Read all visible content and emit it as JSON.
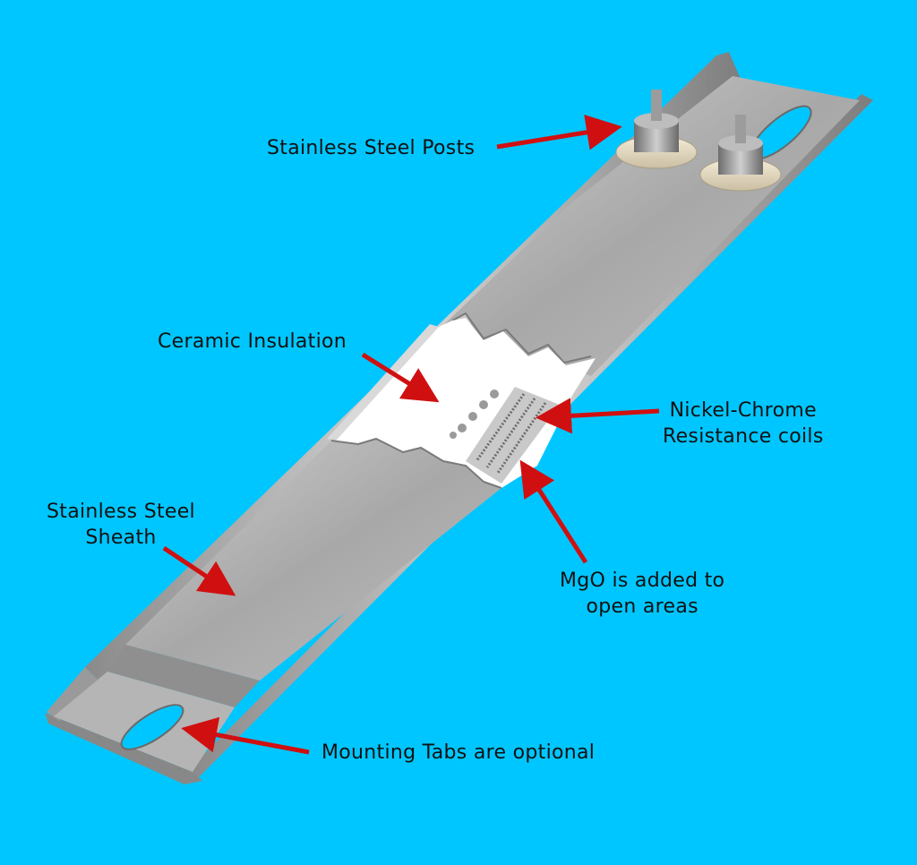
{
  "colors": {
    "background": "#00c6ff",
    "arrow": "#d01010",
    "steel": "#a9a9a9",
    "steel_dark": "#6f6f6f",
    "insulation": "#ffffff"
  },
  "labels": {
    "posts": "Stainless Steel Posts",
    "insulation": "Ceramic Insulation",
    "coils_line1": "Nickel-Chrome",
    "coils_line2": "Resistance coils",
    "sheath_line1": "Stainless Steel",
    "sheath_line2": "Sheath",
    "mgo_line1": "MgO is added to",
    "mgo_line2": "open areas",
    "tabs": "Mounting Tabs are optional"
  },
  "icons": {
    "arrow": "red-arrow-icon",
    "post": "hex-nut-post-icon"
  }
}
